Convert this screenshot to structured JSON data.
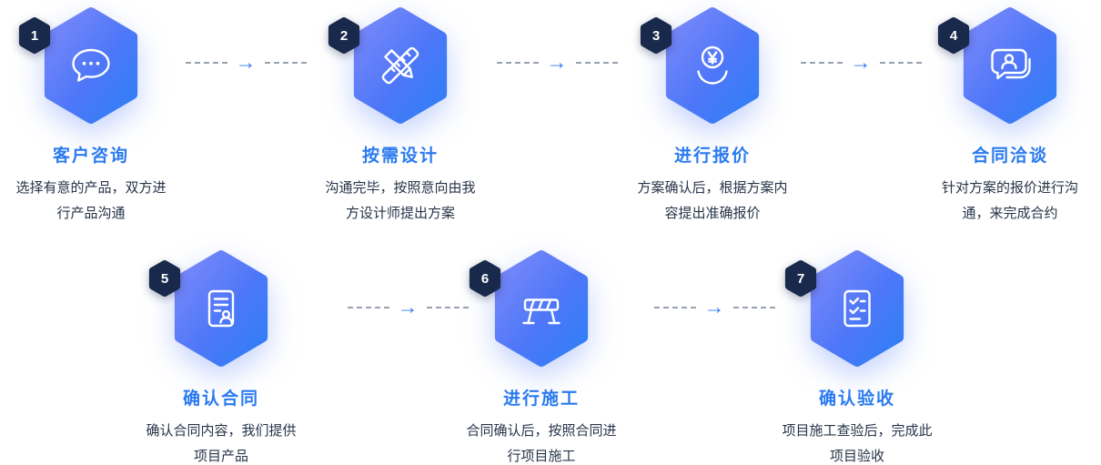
{
  "colors": {
    "accent_blue": "#2B7BF0",
    "hexagon_gradient_start": "#7D8AFA",
    "hexagon_gradient_end": "#2E7FF6",
    "badge_navy": "#18294B",
    "description_text": "#273449",
    "dash_gray": "#97A0AE"
  },
  "arrow_glyph": "→",
  "steps": [
    {
      "number": "1",
      "title": "客户咨询",
      "icon": "chat-icon",
      "desc_line1": "选择有意的产品，双方进",
      "desc_line2": "行产品沟通"
    },
    {
      "number": "2",
      "title": "按需设计",
      "icon": "pencil-ruler-icon",
      "desc_line1": "沟通完毕，按照意向由我",
      "desc_line2": "方设计师提出方案"
    },
    {
      "number": "3",
      "title": "进行报价",
      "icon": "coin-hand-icon",
      "desc_line1": "方案确认后，根据方案内",
      "desc_line2": "容提出准确报价"
    },
    {
      "number": "4",
      "title": "合同洽谈",
      "icon": "person-bubble-icon",
      "desc_line1": "针对方案的报价进行沟",
      "desc_line2": "通，来完成合约"
    },
    {
      "number": "5",
      "title": "确认合同",
      "icon": "contract-doc-icon",
      "desc_line1": "确认合同内容，我们提供",
      "desc_line2": "项目产品"
    },
    {
      "number": "6",
      "title": "进行施工",
      "icon": "construction-barrier-icon",
      "desc_line1": "合同确认后，按照合同进",
      "desc_line2": "行项目施工"
    },
    {
      "number": "7",
      "title": "确认验收",
      "icon": "checklist-icon",
      "desc_line1": "项目施工查验后，完成此",
      "desc_line2": "项目验收"
    }
  ]
}
